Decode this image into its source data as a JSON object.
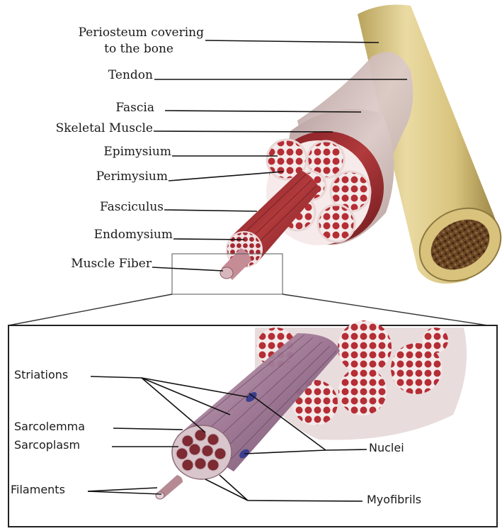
{
  "labels": {
    "periosteum_1": "Periosteum covering",
    "periosteum_2": "to the bone",
    "tendon": "Tendon",
    "fascia": "Fascia",
    "skeletal_muscle": "Skeletal Muscle",
    "epimysium": "Epimysium",
    "perimysium": "Perimysium",
    "fasciculus": "Fasciculus",
    "endomysium": "Endomysium",
    "muscle_fiber": "Muscle Fiber",
    "striations": "Striations",
    "sarcolemma": "Sarcolemma",
    "sarcoplasm": "Sarcoplasm",
    "filaments": "Filaments",
    "nuclei": "Nuclei",
    "myofibrils": "Myofibrils"
  },
  "colors": {
    "bone": "#e6d49a",
    "bone_marrow": "#5a3a1e",
    "fascia": "#cdbab8",
    "muscle_red": "#9e2a2e",
    "fascicle_dot": "#b52e35",
    "sheath": "#f1e6e6",
    "leader_line": "#111111",
    "frame": "#222222"
  },
  "icons": [
    "muscle-bundle-illustration",
    "bone-illustration",
    "magnified-fiber-illustration"
  ]
}
